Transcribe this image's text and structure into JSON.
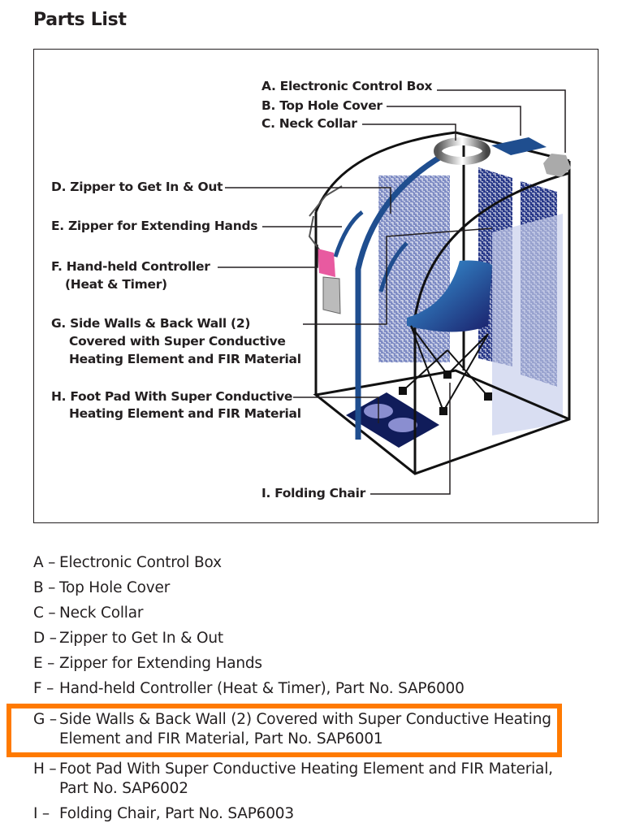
{
  "title": "Parts List",
  "diagram_labels": {
    "a": "A. Electronic Control Box",
    "b": "B. Top Hole Cover",
    "c": "C. Neck Collar",
    "d": "D. Zipper to Get In & Out",
    "e": "E. Zipper for Extending Hands",
    "f1": "F. Hand-held Controller",
    "f2": "(Heat & Timer)",
    "g1": "G. Side Walls & Back Wall (2)",
    "g2": "Covered with Super Conductive",
    "g3": "Heating Element and FIR Material",
    "h1": "H. Foot Pad With Super Conductive",
    "h2": "Heating Element and FIR Material",
    "i": "I. Folding Chair"
  },
  "parts": [
    {
      "key": "A –",
      "text": "Electronic Control Box"
    },
    {
      "key": "B –",
      "text": "Top Hole Cover"
    },
    {
      "key": "C –",
      "text": "Neck Collar"
    },
    {
      "key": "D –",
      "text": "Zipper to Get In & Out"
    },
    {
      "key": "E –",
      "text": "Zipper for Extending Hands"
    },
    {
      "key": "F –",
      "text": "Hand-held Controller (Heat & Timer), Part No. SAP6000"
    },
    {
      "key": "G –",
      "text": "Side Walls & Back Wall (2) Covered with Super Conductive Heating",
      "text2": "Element and FIR Material, Part No. SAP6001"
    },
    {
      "key": "H –",
      "text": "Foot Pad With Super Conductive Heating Element and FIR Material,",
      "text2": "Part No. SAP6002"
    },
    {
      "key": "I –",
      "text": "Folding Chair, Part No. SAP6003"
    }
  ],
  "colors": {
    "highlight": "#ff7a00",
    "accent_blue": "#1f4e8f"
  }
}
